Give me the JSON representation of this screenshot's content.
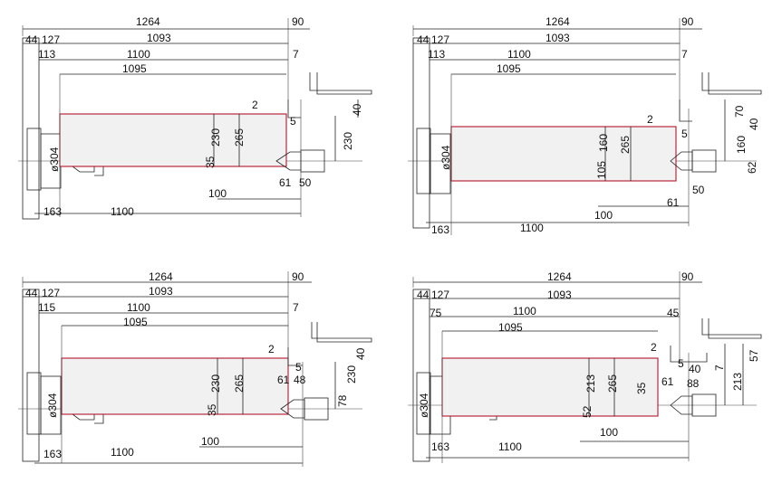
{
  "colors": {
    "workpiece_outline": "#b0162a",
    "line": "#222222",
    "text": "#111111",
    "fill": "#f1f1f1"
  },
  "diagrams": [
    {
      "name": "view-top-left",
      "top": [
        "1264",
        "90"
      ],
      "row2": [
        "44",
        "127",
        "1093"
      ],
      "row3": [
        "113",
        "1100",
        "7"
      ],
      "row4": [
        "1095"
      ],
      "right": [
        "2",
        "40",
        "5",
        "230"
      ],
      "vertical": [
        "ø304",
        "230",
        "265",
        "35"
      ],
      "bottom": [
        "100",
        "61",
        "50",
        "163",
        "1100"
      ]
    },
    {
      "name": "view-top-right",
      "top": [
        "1264",
        "90"
      ],
      "row2": [
        "44",
        "127",
        "1093"
      ],
      "row3": [
        "113",
        "1100",
        "7"
      ],
      "row4": [
        "1095"
      ],
      "right": [
        "2",
        "70",
        "40",
        "5",
        "160",
        "62"
      ],
      "vertical": [
        "ø304",
        "160",
        "265",
        "105"
      ],
      "bottom": [
        "100",
        "61",
        "50",
        "163",
        "1100"
      ]
    },
    {
      "name": "view-bottom-left",
      "top": [
        "1264",
        "90"
      ],
      "row2": [
        "44",
        "127",
        "1093"
      ],
      "row3": [
        "115",
        "1100",
        "7"
      ],
      "row4": [
        "1095"
      ],
      "right": [
        "2",
        "40",
        "61",
        "48",
        "5",
        "78",
        "230"
      ],
      "vertical": [
        "ø304",
        "230",
        "265",
        "35"
      ],
      "bottom": [
        "100",
        "163",
        "1100"
      ]
    },
    {
      "name": "view-bottom-right",
      "top": [
        "1264",
        "90"
      ],
      "row2": [
        "44",
        "127",
        "1093"
      ],
      "row3": [
        "75",
        "1100",
        "45"
      ],
      "row4": [
        "1095"
      ],
      "right": [
        "2",
        "5",
        "40",
        "7",
        "57",
        "213",
        "61",
        "88"
      ],
      "vertical": [
        "ø304",
        "213",
        "265",
        "35",
        "52"
      ],
      "bottom": [
        "100",
        "163",
        "1100"
      ]
    }
  ]
}
